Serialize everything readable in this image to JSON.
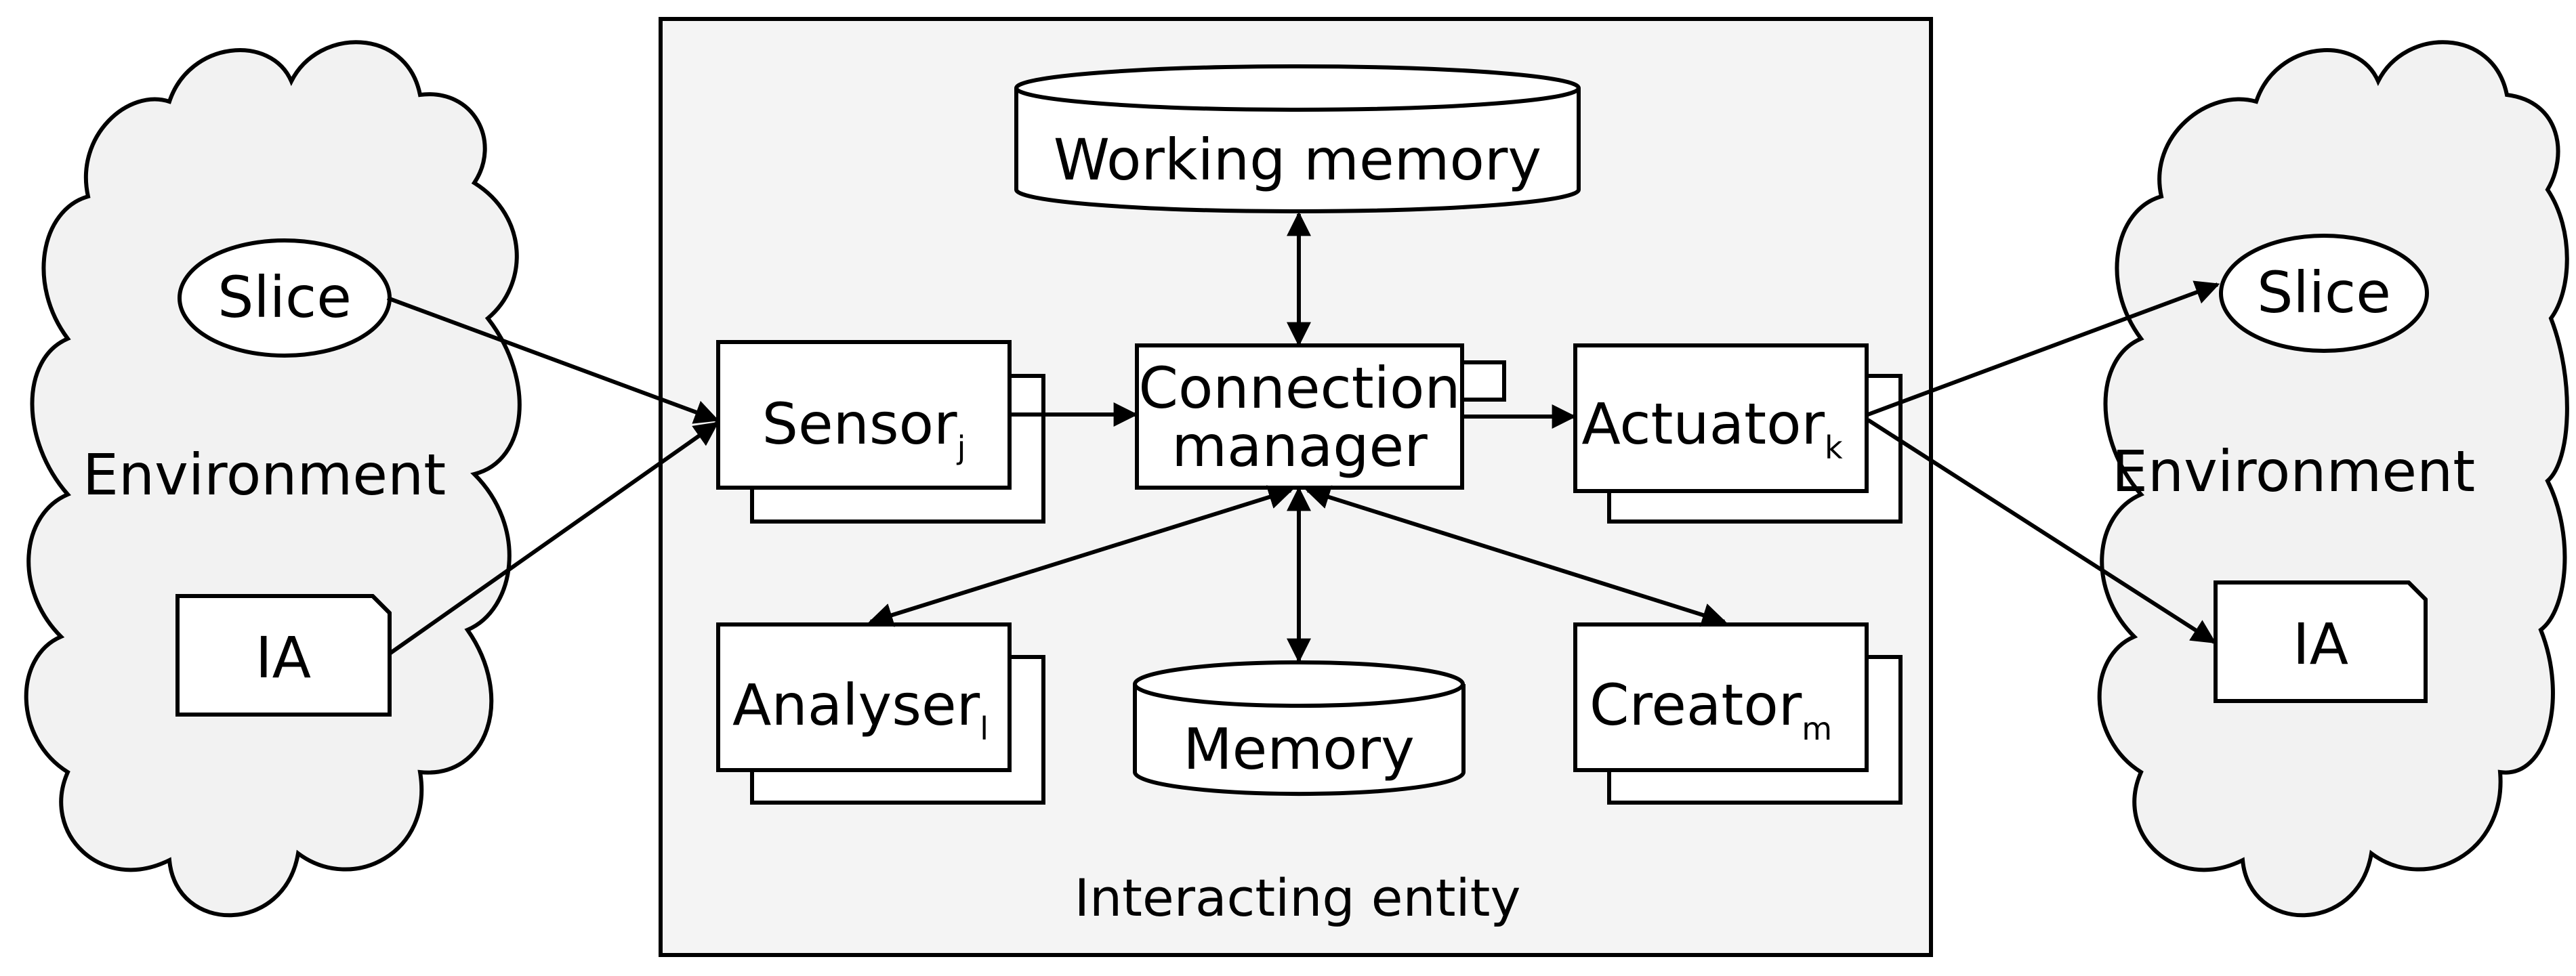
{
  "left_environment": {
    "label": "Environment",
    "slice_label": "Slice",
    "ia_label": "IA"
  },
  "right_environment": {
    "label": "Environment",
    "slice_label": "Slice",
    "ia_label": "IA"
  },
  "entity": {
    "caption": "Interacting entity",
    "working_memory": "Working memory",
    "memory": "Memory",
    "connection_manager": {
      "line1": "Connection",
      "line2": "manager"
    },
    "sensor": {
      "base": "Sensor",
      "sub": "j"
    },
    "actuator": {
      "base": "Actuator",
      "sub": "k"
    },
    "analyser": {
      "base": "Analyser",
      "sub": "l"
    },
    "creator": {
      "base": "Creator",
      "sub": "m"
    }
  },
  "colors": {
    "cloud_fill": "#f2f2f2",
    "entity_fill": "#f4f4f4",
    "node_fill": "#ffffff",
    "stroke": "#000000"
  }
}
